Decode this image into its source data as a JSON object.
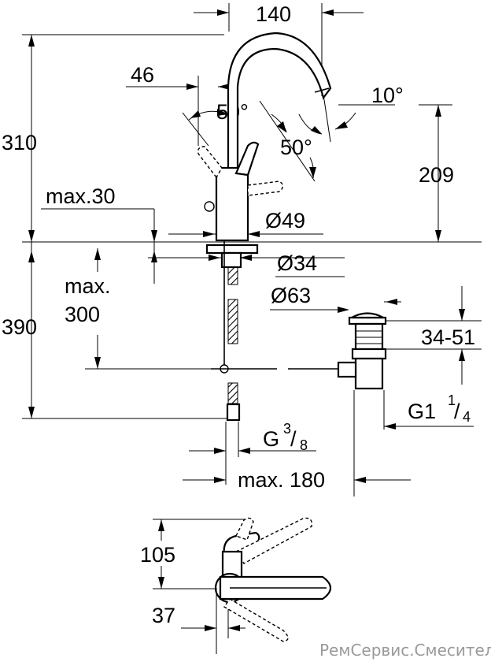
{
  "dimensions": {
    "spout_reach": "140",
    "lever_offset": "46",
    "lever_angle_left": "50°",
    "lever_angle_right": "50°",
    "spout_tilt": "10°",
    "total_height": "310",
    "spout_height": "209",
    "max_deck": "max.30",
    "body_diameter": "Ø49",
    "hole_diameter": "Ø34",
    "waste_diameter": "Ø63",
    "max_below_line1": "max.",
    "max_below_line2": "300",
    "below_height": "390",
    "waste_range": "34-51",
    "waste_thread_main": "G1",
    "waste_thread_sup": "1",
    "waste_thread_sub": "4",
    "inlet_thread_main": "G",
    "inlet_thread_sup": "3",
    "inlet_thread_sub": "8",
    "waste_distance": "max. 180",
    "plan_depth": "105",
    "plan_offset": "37"
  },
  "watermark": "РемСервис.Смесители"
}
